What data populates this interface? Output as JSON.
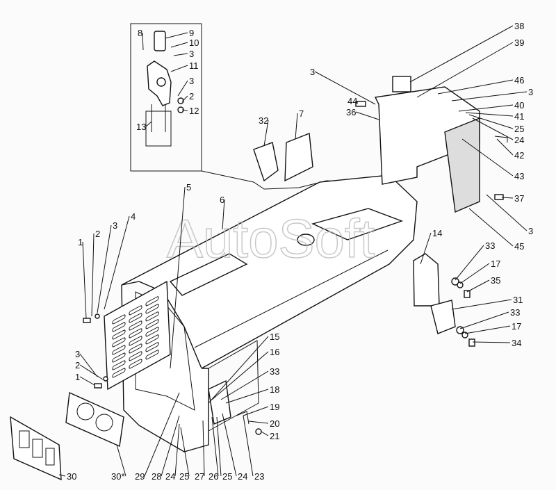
{
  "watermark": "AutoSoft",
  "labels": [
    "8",
    "9",
    "10",
    "3",
    "11",
    "3",
    "2",
    "12",
    "13",
    "38",
    "39",
    "3",
    "46",
    "44",
    "3",
    "36",
    "40",
    "41",
    "25",
    "24",
    "32",
    "7",
    "42",
    "43",
    "37",
    "3",
    "45",
    "5",
    "6",
    "4",
    "3",
    "2",
    "1",
    "14",
    "33",
    "17",
    "35",
    "31",
    "33",
    "17",
    "34",
    "15",
    "16",
    "3",
    "2",
    "1",
    "33",
    "18",
    "19",
    "20",
    "21",
    "30",
    "30*",
    "29",
    "28",
    "24",
    "25",
    "27",
    "26",
    "25",
    "24",
    "23"
  ]
}
